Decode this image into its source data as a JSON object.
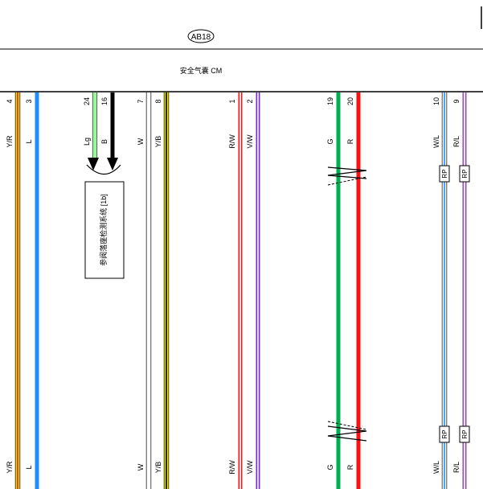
{
  "connector": {
    "id": "AB18",
    "title": "安全气囊 CM"
  },
  "note": {
    "text": "参阅落座检测系统 [1b]"
  },
  "splice_label": "RP",
  "wires": [
    {
      "pin": "4",
      "code": "Y/R",
      "main": "#f2e600",
      "stripe": "#e02020",
      "bottom_code": true
    },
    {
      "pin": "3",
      "code": "L",
      "main": "#1e8fff",
      "stripe": null,
      "bottom_code": true
    },
    {
      "pin": "24",
      "code": "Lg",
      "main": "#9ff59f",
      "stripe": null,
      "bottom_code": false
    },
    {
      "pin": "16",
      "code": "B",
      "main": "#000000",
      "stripe": null,
      "bottom_code": false
    },
    {
      "pin": "7",
      "code": "W",
      "main": "#ffffff",
      "stripe": null,
      "bottom_code": true
    },
    {
      "pin": "8",
      "code": "Y/B",
      "main": "#f2e600",
      "stripe": "#000000",
      "bottom_code": true
    },
    {
      "pin": "1",
      "code": "R/W",
      "main": "#e02020",
      "stripe": "#ffffff",
      "bottom_code": true
    },
    {
      "pin": "2",
      "code": "V/W",
      "main": "#7b2fbf",
      "stripe": "#ffffff",
      "bottom_code": true
    },
    {
      "pin": "19",
      "code": "G",
      "main": "#00b050",
      "stripe": null,
      "bottom_code": true
    },
    {
      "pin": "20",
      "code": "R",
      "main": "#ff1010",
      "stripe": null,
      "bottom_code": true
    },
    {
      "pin": "10",
      "code": "W/L",
      "main": "#ffffff",
      "stripe": "#1e8fff",
      "bottom_code": true
    },
    {
      "pin": "9",
      "code": "R/L",
      "main": "#8b5a9e",
      "stripe": "#ffffff",
      "bottom_code": true
    }
  ]
}
